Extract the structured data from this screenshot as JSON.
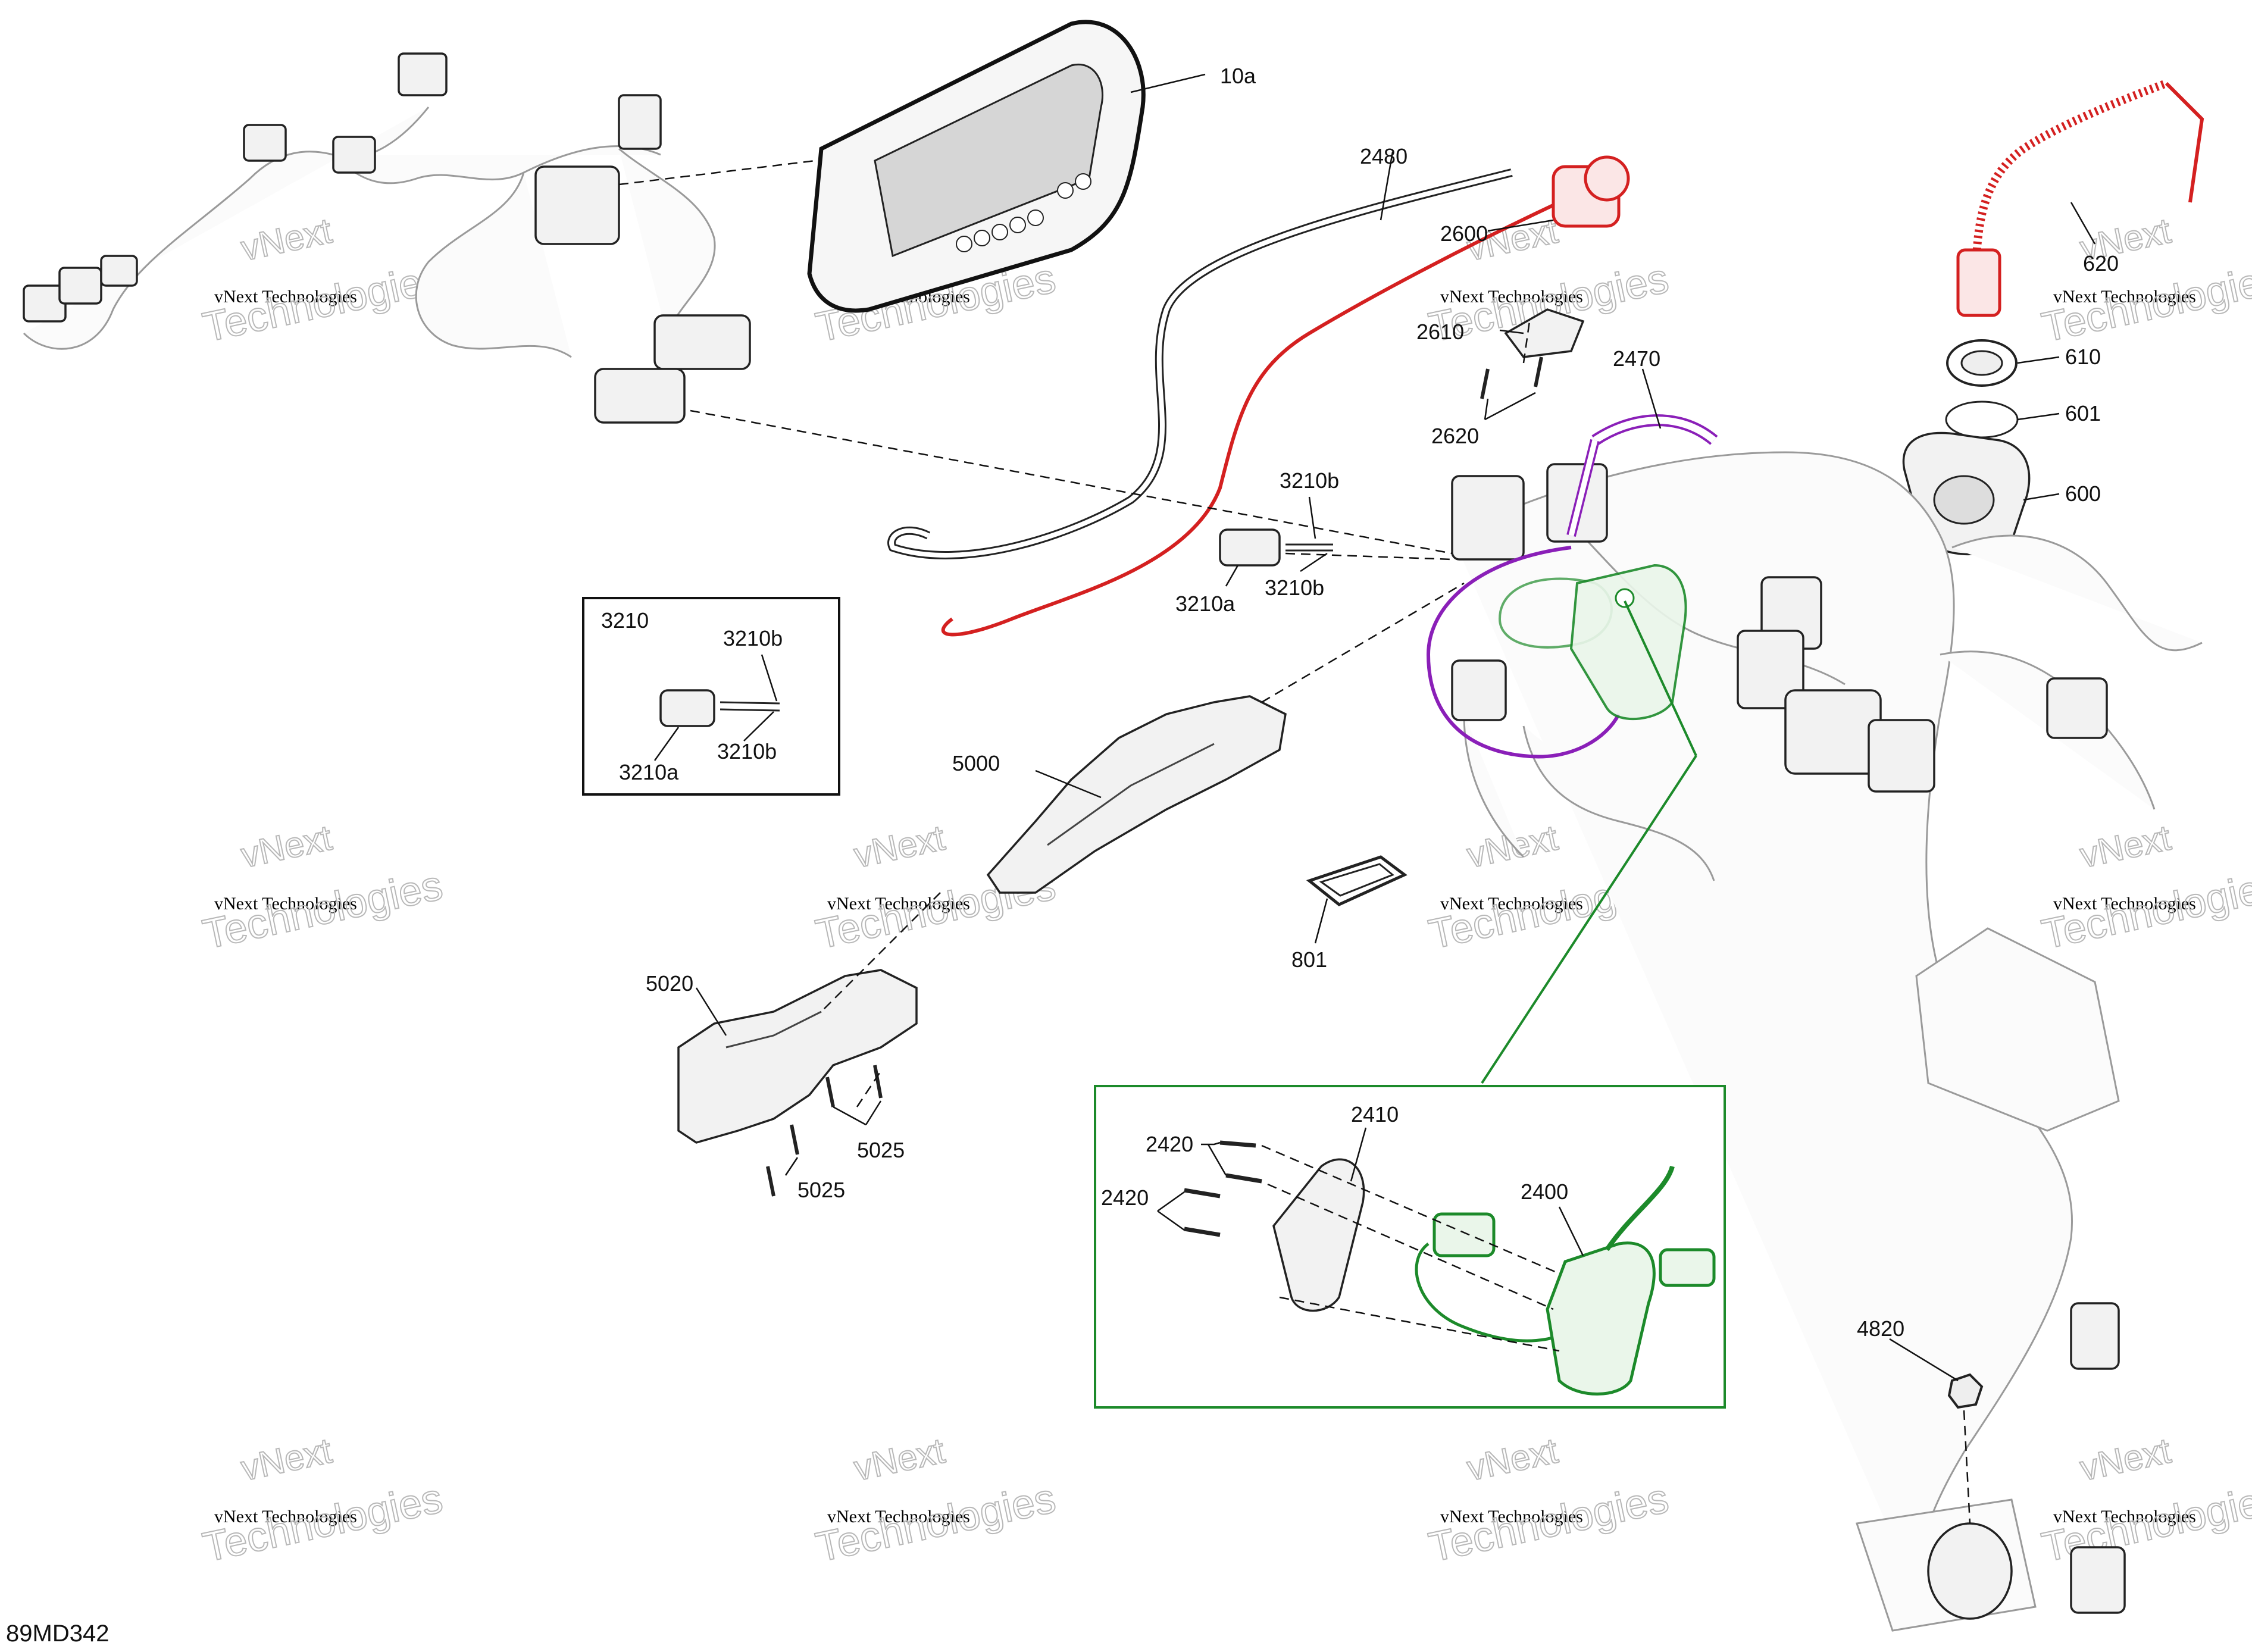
{
  "diagram_code": "89MD342",
  "watermark": {
    "line1": "vNext Technologies",
    "line2": "vNext",
    "line3": "Technologies"
  },
  "callouts": {
    "c10a": "10a",
    "c2480": "2480",
    "c2600": "2600",
    "c2610": "2610",
    "c2620": "2620",
    "c2470": "2470",
    "c620": "620",
    "c610": "610",
    "c601": "601",
    "c600": "600",
    "c3210b_top": "3210b",
    "c3210a": "3210a",
    "c3210b_bottom": "3210b",
    "c5000": "5000",
    "c801": "801",
    "c5020": "5020",
    "c5025_right": "5025",
    "c5025_left": "5025",
    "c4820": "4820"
  },
  "inset_3210": {
    "title": "3210",
    "b_top": "3210b",
    "a": "3210a",
    "b_bottom": "3210b"
  },
  "inset_2400": {
    "c2410": "2410",
    "c2420_top": "2420",
    "c2420_bottom": "2420",
    "c2400": "2400"
  },
  "colors": {
    "red_part": "#d42020",
    "purple_part": "#8a1fb8",
    "green_part": "#1c8a2a",
    "line": "#111111",
    "harness": "#9a9a9a"
  }
}
